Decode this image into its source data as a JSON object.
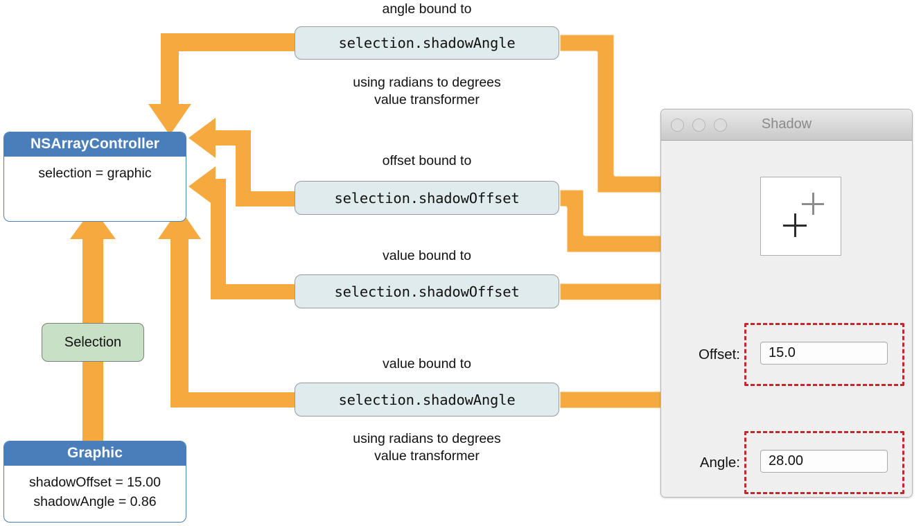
{
  "diagram": {
    "title": "Cocoa bindings diagram: NSArrayController to Shadow window",
    "accent_orange": "#F5A93F",
    "accent_blue": "#4A7EBB",
    "keypath_fill": "#DFEBEC",
    "pill_fill": "#C8E0C6",
    "highlight_red": "#C02A2A"
  },
  "controller": {
    "header": "NSArrayController",
    "body_lines": [
      "selection = graphic"
    ]
  },
  "model": {
    "header": "Graphic",
    "body_lines": [
      "shadowOffset = 15.00",
      "shadowAngle = 0.86"
    ]
  },
  "selection_pill": {
    "label": "Selection"
  },
  "bindings": [
    {
      "caption_top": "angle bound to",
      "keypath": "selection.shadowAngle",
      "caption_bottom_lines": [
        "using radians to degrees",
        "value transformer"
      ]
    },
    {
      "caption_top": "offset bound to",
      "keypath": "selection.shadowOffset",
      "caption_bottom_lines": []
    },
    {
      "caption_top": "value bound to",
      "keypath": "selection.shadowOffset",
      "caption_bottom_lines": []
    },
    {
      "caption_top": "value bound to",
      "keypath": "selection.shadowAngle",
      "caption_bottom_lines": [
        "using radians to degrees",
        "value transformer"
      ]
    }
  ],
  "window": {
    "title": "Shadow",
    "traffic_lights": [
      "close-button",
      "minimize-button",
      "zoom-button"
    ],
    "canvas": {
      "name": "shadow-preview-canvas",
      "markers": [
        "graphic-crosshair",
        "shadow-crosshair"
      ]
    },
    "fields": [
      {
        "label": "Offset:",
        "value": "15.0",
        "highlighted": true
      },
      {
        "label": "Angle:",
        "value": "28.00",
        "highlighted": true
      }
    ]
  }
}
